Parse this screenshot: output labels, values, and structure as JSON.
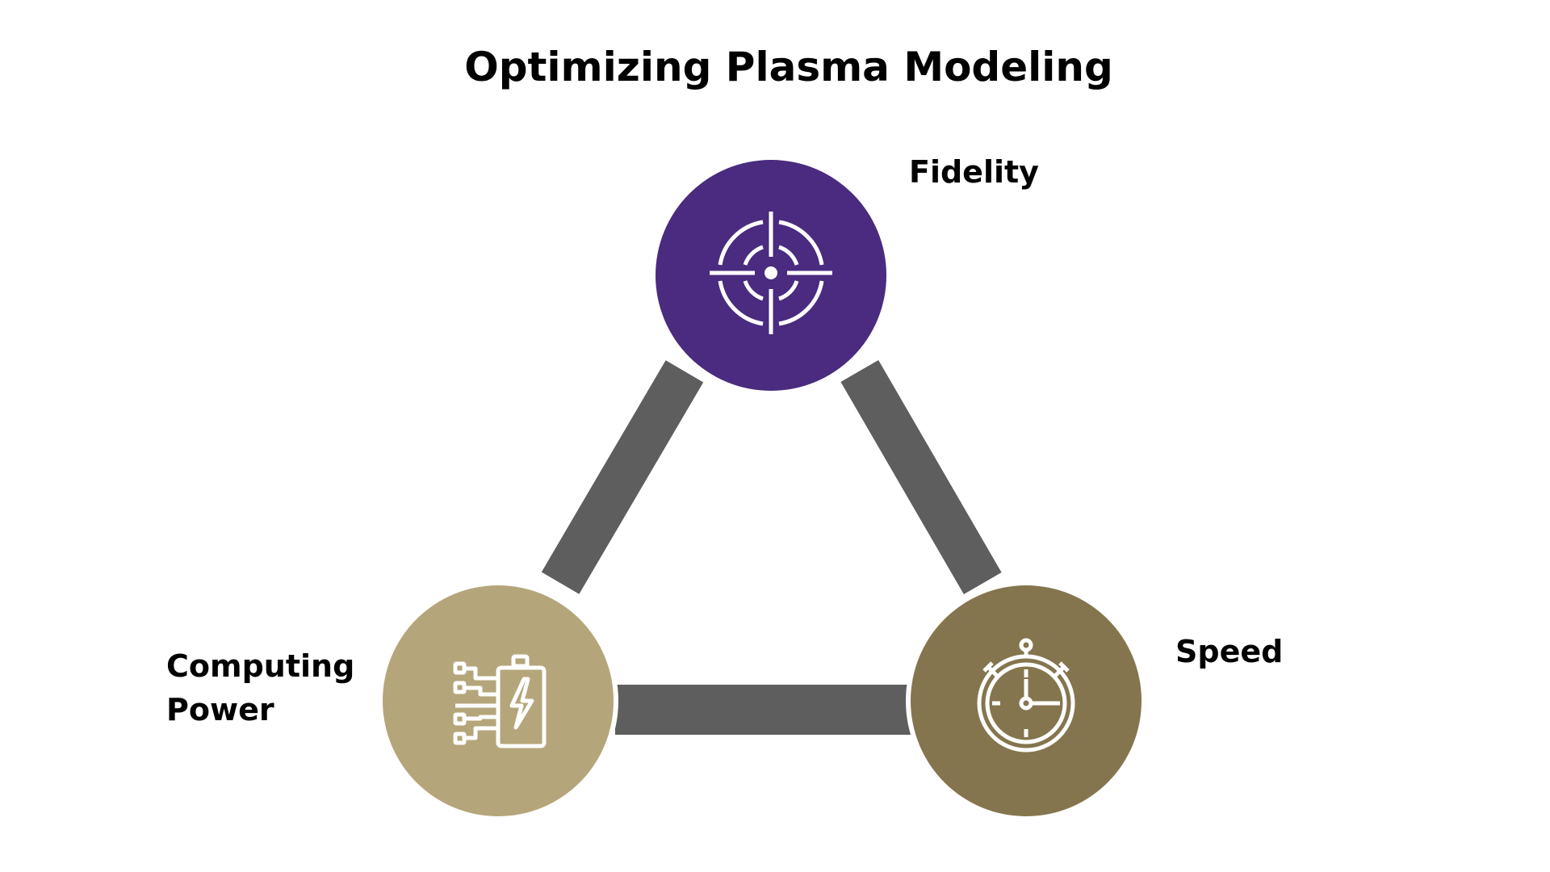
{
  "title": "Optimizing Plasma Modeling",
  "nodes": [
    {
      "id": "fidelity",
      "label_lines": [
        "Fidelity"
      ],
      "icon": "crosshair-icon",
      "color": "#4a2b7f"
    },
    {
      "id": "computing-power",
      "label_lines": [
        "Computing",
        "Power"
      ],
      "icon": "battery-circuit-icon",
      "color": "#b5a57a"
    },
    {
      "id": "speed",
      "label_lines": [
        "Speed"
      ],
      "icon": "stopwatch-icon",
      "color": "#85754e"
    }
  ],
  "connector_color": "#5e5e5e"
}
